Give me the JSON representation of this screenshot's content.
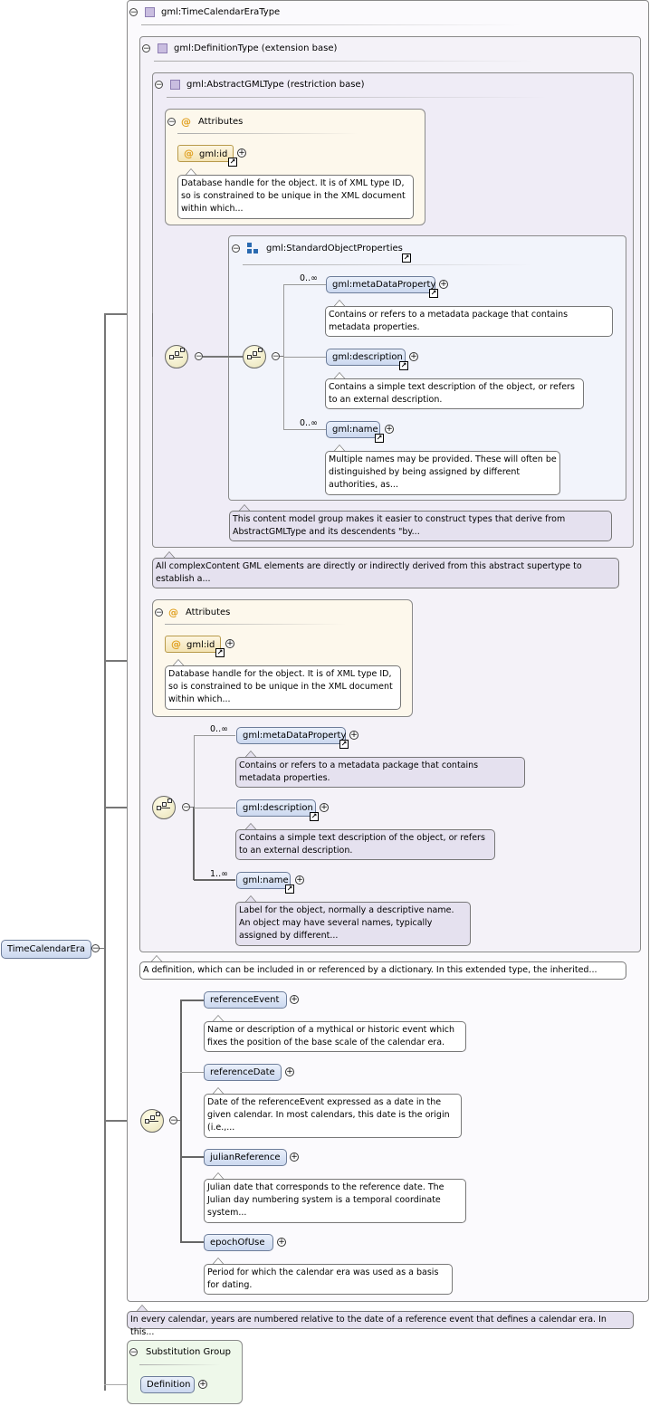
{
  "root_element": {
    "label": "TimeCalendarEra"
  },
  "type_header": {
    "label": "gml:TimeCalendarEraType"
  },
  "definition_type": {
    "label": "gml:DefinitionType (extension base)"
  },
  "abstract_gml_type": {
    "label": "gml:AbstractGMLType (restriction base)"
  },
  "attributes_header": "Attributes",
  "attributes_inner": {
    "id_label": "gml:id",
    "doc": "Database handle for the object. It is of XML type ID, so is constrained to be unique in the XML document within which..."
  },
  "standard_props": {
    "label": "gml:StandardObjectProperties",
    "items": [
      {
        "label": "gml:metaDataProperty",
        "occurs": "0..∞",
        "doc": "Contains or refers to a metadata package that contains metadata properties."
      },
      {
        "label": "gml:description",
        "occurs": "",
        "doc": "Contains a simple text description of the object, or refers to an external description."
      },
      {
        "label": "gml:name",
        "occurs": "0..∞",
        "doc": "Multiple names may be provided. These will often be distinguished by being assigned by different authorities, as..."
      }
    ],
    "group_doc": "This content model group makes it easier to construct types that derive from AbstractGMLType and its descendents \"by..."
  },
  "abstract_doc": "All complexContent GML elements are directly or indirectly derived from this abstract supertype to establish a...",
  "attributes_outer": {
    "id_label": "gml:id",
    "doc": "Database handle for the object. It is of XML type ID, so is constrained to be unique in the XML document within which..."
  },
  "definition_seq": {
    "items": [
      {
        "label": "gml:metaDataProperty",
        "occurs": "0..∞",
        "doc": "Contains or refers to a metadata package that contains metadata properties."
      },
      {
        "label": "gml:description",
        "occurs": "",
        "doc": "Contains a simple text description of the object, or refers to an external description."
      },
      {
        "label": "gml:name",
        "occurs": "1..∞",
        "doc": "Label for the object, normally a descriptive name. An object may have several names, typically assigned by different..."
      }
    ]
  },
  "definition_doc": "A definition, which can be included in or referenced by a dictionary. In this extended type, the inherited...",
  "era_seq": {
    "items": [
      {
        "label": "referenceEvent",
        "doc": "Name or description of a mythical or historic event which fixes the position of the base scale of the calendar era."
      },
      {
        "label": "referenceDate",
        "doc": "Date of the referenceEvent expressed as a date in the given calendar. In most calendars, this date is the origin (i.e.,..."
      },
      {
        "label": "julianReference",
        "doc": "Julian date that corresponds to the reference date. The Julian day numbering system is a temporal coordinate system..."
      },
      {
        "label": "epochOfUse",
        "doc": "Period for which the calendar era was used as a basis for dating."
      }
    ]
  },
  "era_doc": "In every calendar, years are numbered relative to the date of a reference event that defines a calendar era. In this...",
  "substitution_group": {
    "label": "Substitution Group",
    "item": "Definition"
  },
  "icons": {
    "collapse": "collapse-icon",
    "expand": "expand-icon",
    "reference": "reference-arrow-icon",
    "sequence": "sequence-compositor-icon",
    "attribute": "attribute-at-icon"
  },
  "glyphs": {
    "minus": "−",
    "plus": "+",
    "arrow": "↗",
    "at": "@"
  }
}
